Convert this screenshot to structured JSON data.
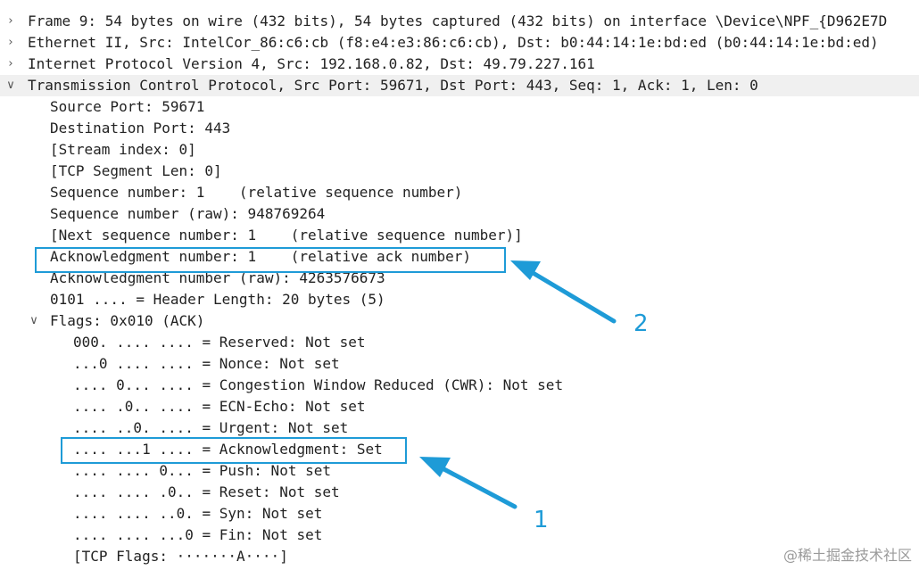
{
  "tree": [
    {
      "label": "Frame 9: 54 bytes on wire (432 bits), 54 bytes captured (432 bits) on interface \\Device\\NPF_{D962E7D",
      "depth": 0,
      "toggle": "collapsed",
      "name": "tree-row-frame"
    },
    {
      "label": "Ethernet II, Src: IntelCor_86:c6:cb (f8:e4:e3:86:c6:cb), Dst: b0:44:14:1e:bd:ed (b0:44:14:1e:bd:ed)",
      "depth": 0,
      "toggle": "collapsed",
      "name": "tree-row-ethernet"
    },
    {
      "label": "Internet Protocol Version 4, Src: 192.168.0.82, Dst: 49.79.227.161",
      "depth": 0,
      "toggle": "collapsed",
      "name": "tree-row-ipv4"
    },
    {
      "label": "Transmission Control Protocol, Src Port: 59671, Dst Port: 443, Seq: 1, Ack: 1, Len: 0",
      "depth": 0,
      "toggle": "expanded",
      "name": "tree-row-tcp",
      "selected": true
    },
    {
      "label": "Source Port: 59671",
      "depth": 1,
      "toggle": "none",
      "name": "tree-row-source-port"
    },
    {
      "label": "Destination Port: 443",
      "depth": 1,
      "toggle": "none",
      "name": "tree-row-destination-port"
    },
    {
      "label": "[Stream index: 0]",
      "depth": 1,
      "toggle": "none",
      "name": "tree-row-stream-index"
    },
    {
      "label": "[TCP Segment Len: 0]",
      "depth": 1,
      "toggle": "none",
      "name": "tree-row-segment-len"
    },
    {
      "label": "Sequence number: 1    (relative sequence number)",
      "depth": 1,
      "toggle": "none",
      "name": "tree-row-seq-number"
    },
    {
      "label": "Sequence number (raw): 948769264",
      "depth": 1,
      "toggle": "none",
      "name": "tree-row-seq-raw"
    },
    {
      "label": "[Next sequence number: 1    (relative sequence number)]",
      "depth": 1,
      "toggle": "none",
      "name": "tree-row-next-seq"
    },
    {
      "label": "Acknowledgment number: 1    (relative ack number)",
      "depth": 1,
      "toggle": "none",
      "name": "tree-row-ack-number"
    },
    {
      "label": "Acknowledgment number (raw): 4263576673",
      "depth": 1,
      "toggle": "none",
      "name": "tree-row-ack-raw"
    },
    {
      "label": "0101 .... = Header Length: 20 bytes (5)",
      "depth": 1,
      "toggle": "none",
      "name": "tree-row-header-length"
    },
    {
      "label": "Flags: 0x010 (ACK)",
      "depth": 1,
      "toggle": "expanded",
      "name": "tree-row-flags"
    },
    {
      "label": "000. .... .... = Reserved: Not set",
      "depth": 2,
      "toggle": "none",
      "name": "tree-row-flag-reserved"
    },
    {
      "label": "...0 .... .... = Nonce: Not set",
      "depth": 2,
      "toggle": "none",
      "name": "tree-row-flag-nonce"
    },
    {
      "label": ".... 0... .... = Congestion Window Reduced (CWR): Not set",
      "depth": 2,
      "toggle": "none",
      "name": "tree-row-flag-cwr"
    },
    {
      "label": ".... .0.. .... = ECN-Echo: Not set",
      "depth": 2,
      "toggle": "none",
      "name": "tree-row-flag-ecn"
    },
    {
      "label": ".... ..0. .... = Urgent: Not set",
      "depth": 2,
      "toggle": "none",
      "name": "tree-row-flag-urgent"
    },
    {
      "label": ".... ...1 .... = Acknowledgment: Set",
      "depth": 2,
      "toggle": "none",
      "name": "tree-row-flag-ack"
    },
    {
      "label": ".... .... 0... = Push: Not set",
      "depth": 2,
      "toggle": "none",
      "name": "tree-row-flag-push"
    },
    {
      "label": ".... .... .0.. = Reset: Not set",
      "depth": 2,
      "toggle": "none",
      "name": "tree-row-flag-reset"
    },
    {
      "label": ".... .... ..0. = Syn: Not set",
      "depth": 2,
      "toggle": "none",
      "name": "tree-row-flag-syn"
    },
    {
      "label": ".... .... ...0 = Fin: Not set",
      "depth": 2,
      "toggle": "none",
      "name": "tree-row-flag-fin"
    },
    {
      "label": "[TCP Flags: ·······A····]",
      "depth": 2,
      "toggle": "none",
      "name": "tree-row-tcp-flags-summary"
    }
  ],
  "annotations": {
    "marker_1": "1",
    "marker_2": "2",
    "color": "#1e9bd7"
  },
  "watermark": "@稀土掘金技术社区",
  "icons": {
    "collapsed": "chevron-right-icon",
    "expanded": "chevron-down-icon"
  }
}
